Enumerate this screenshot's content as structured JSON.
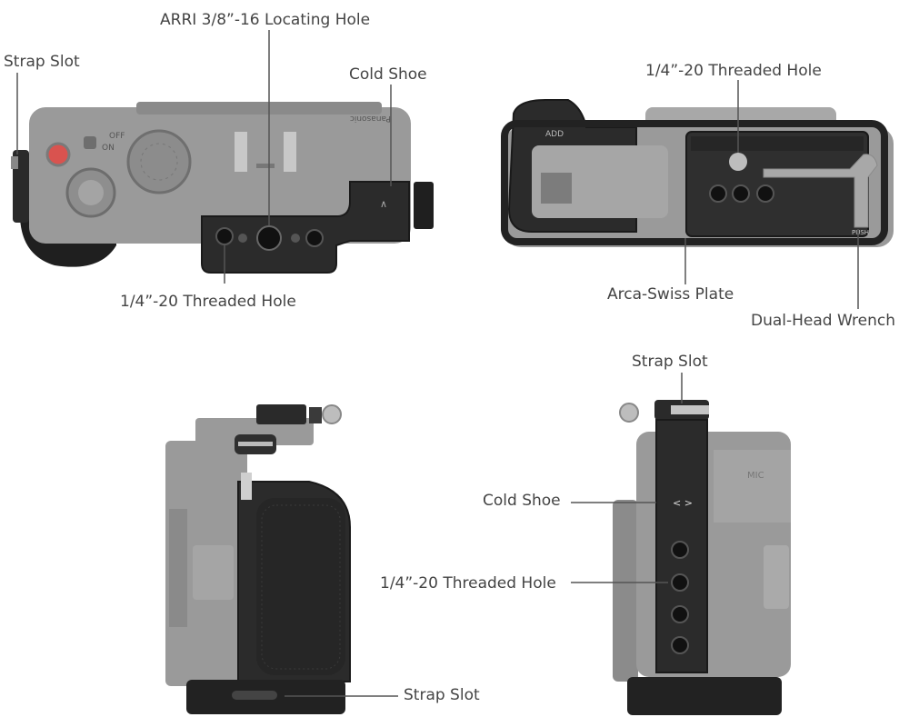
{
  "labels": {
    "top_view": {
      "strap_slot": "Strap Slot",
      "arri_hole": "ARRI 3/8”-16 Locating Hole",
      "cold_shoe": "Cold Shoe",
      "threaded_hole": "1/4”-20 Threaded Hole"
    },
    "bottom_view": {
      "threaded_hole": "1/4”-20 Threaded Hole",
      "arca_plate": "Arca-Swiss Plate",
      "wrench": "Dual-Head Wrench"
    },
    "right_side_view": {
      "strap_slot": "Strap Slot"
    },
    "left_side_view": {
      "strap_slot": "Strap Slot",
      "cold_shoe": "Cold Shoe",
      "threaded_hole": "1/4”-20 Threaded Hole"
    }
  },
  "camera_markings": {
    "brand": "Panasonic",
    "off": "OFF",
    "on": "ON",
    "push": "PUSH",
    "mic": "MIC",
    "add": "ADD",
    "arrows": "< >"
  },
  "colors": {
    "camera_body": "#9a9a9a",
    "camera_dark": "#7c7c7c",
    "cage_metal": "#2b2b2b",
    "cage_edge": "#1a1a1a",
    "leader_line": "#555555",
    "label_text": "#444444",
    "accent_red": "#d9534f"
  }
}
